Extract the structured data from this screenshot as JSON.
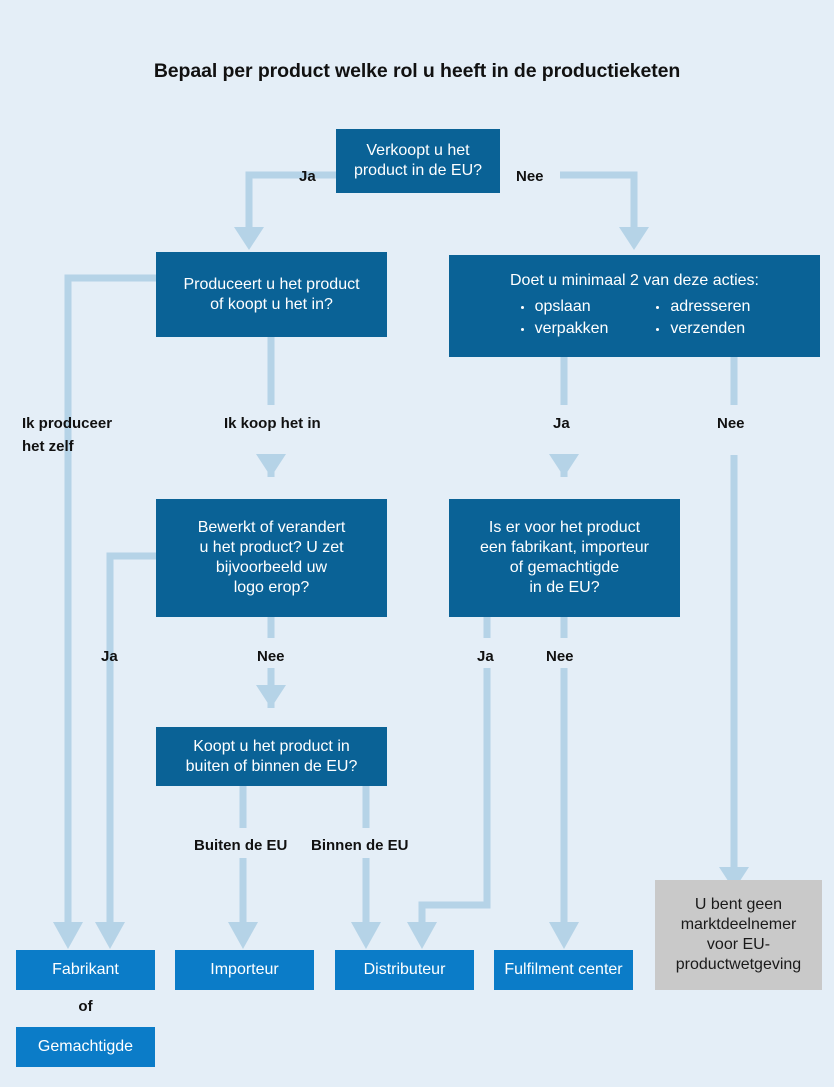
{
  "title": "Bepaal per product welke rol u heeft in de productieketen",
  "colors": {
    "background": "#e4eef7",
    "question_box": "#0a6296",
    "result_box": "#0b7cc8",
    "neutral_box": "#c9c9c9",
    "connector": "#b5d3e7",
    "text_dark": "#111111",
    "text_light": "#ffffff"
  },
  "nodes": {
    "q_sells_eu": "Verkoopt u het\nproduct in de EU?",
    "q_produce_or_buy": "Produceert u het product\nof koopt u het in?",
    "q_actions_heading": "Doet u minimaal 2 van deze acties:",
    "q_actions_col1": [
      "opslaan",
      "verpakken"
    ],
    "q_actions_col2": [
      "adresseren",
      "verzenden"
    ],
    "q_modify": "Bewerkt of verandert\nu het product? U zet\nbijvoorbeeld uw\nlogo erop?",
    "q_eu_actor": "Is er voor het product\neen fabrikant, importeur\nof gemachtigde\nin de EU?",
    "q_buy_where": "Koopt u het product in\nbuiten of binnen de EU?",
    "r_fabrikant": "Fabrikant",
    "r_gemachtigde": "Gemachtigde",
    "r_importeur": "Importeur",
    "r_distributeur": "Distributeur",
    "r_fulfilment": "Fulfilment center",
    "r_no_operator": "U bent geen\nmarktdeelnemer\nvoor EU-\nproductwetgeving"
  },
  "edge_labels": {
    "top_ja": "Ja",
    "top_nee": "Nee",
    "produce_self": "Ik produceer\nhet zelf",
    "buy_in": "Ik koop het in",
    "actions_ja": "Ja",
    "actions_nee": "Nee",
    "modify_ja": "Ja",
    "modify_nee": "Nee",
    "actor_ja": "Ja",
    "actor_nee": "Nee",
    "outside_eu": "Buiten de EU",
    "inside_eu": "Binnen de EU",
    "or": "of"
  }
}
